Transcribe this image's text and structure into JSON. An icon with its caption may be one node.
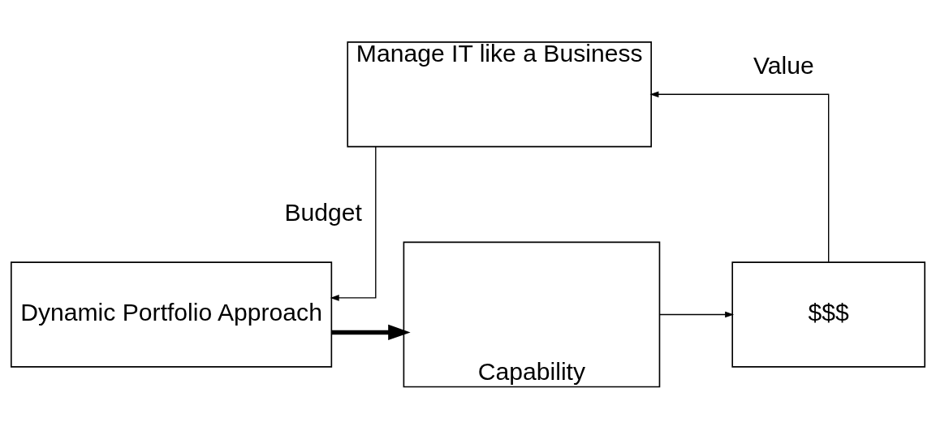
{
  "diagram": {
    "nodes": [
      {
        "text": [
          "Manage IT like a Business"
        ]
      },
      {
        "text": [
          "Dynamic Portfolio Approach"
        ]
      },
      {
        "text": [
          "Capability"
        ]
      },
      {
        "text": [
          "$$$"
        ]
      }
    ],
    "edges": [
      {
        "from": 0,
        "to": 1,
        "arrow": "to",
        "label": "Budget"
      },
      {
        "from": 1,
        "to": 2,
        "arrow": "to",
        "style": "thick"
      },
      {
        "from": 2,
        "to": 3,
        "arrow": "to"
      },
      {
        "from": 3,
        "to": 0,
        "arrow": "to",
        "label": "Value"
      }
    ]
  }
}
